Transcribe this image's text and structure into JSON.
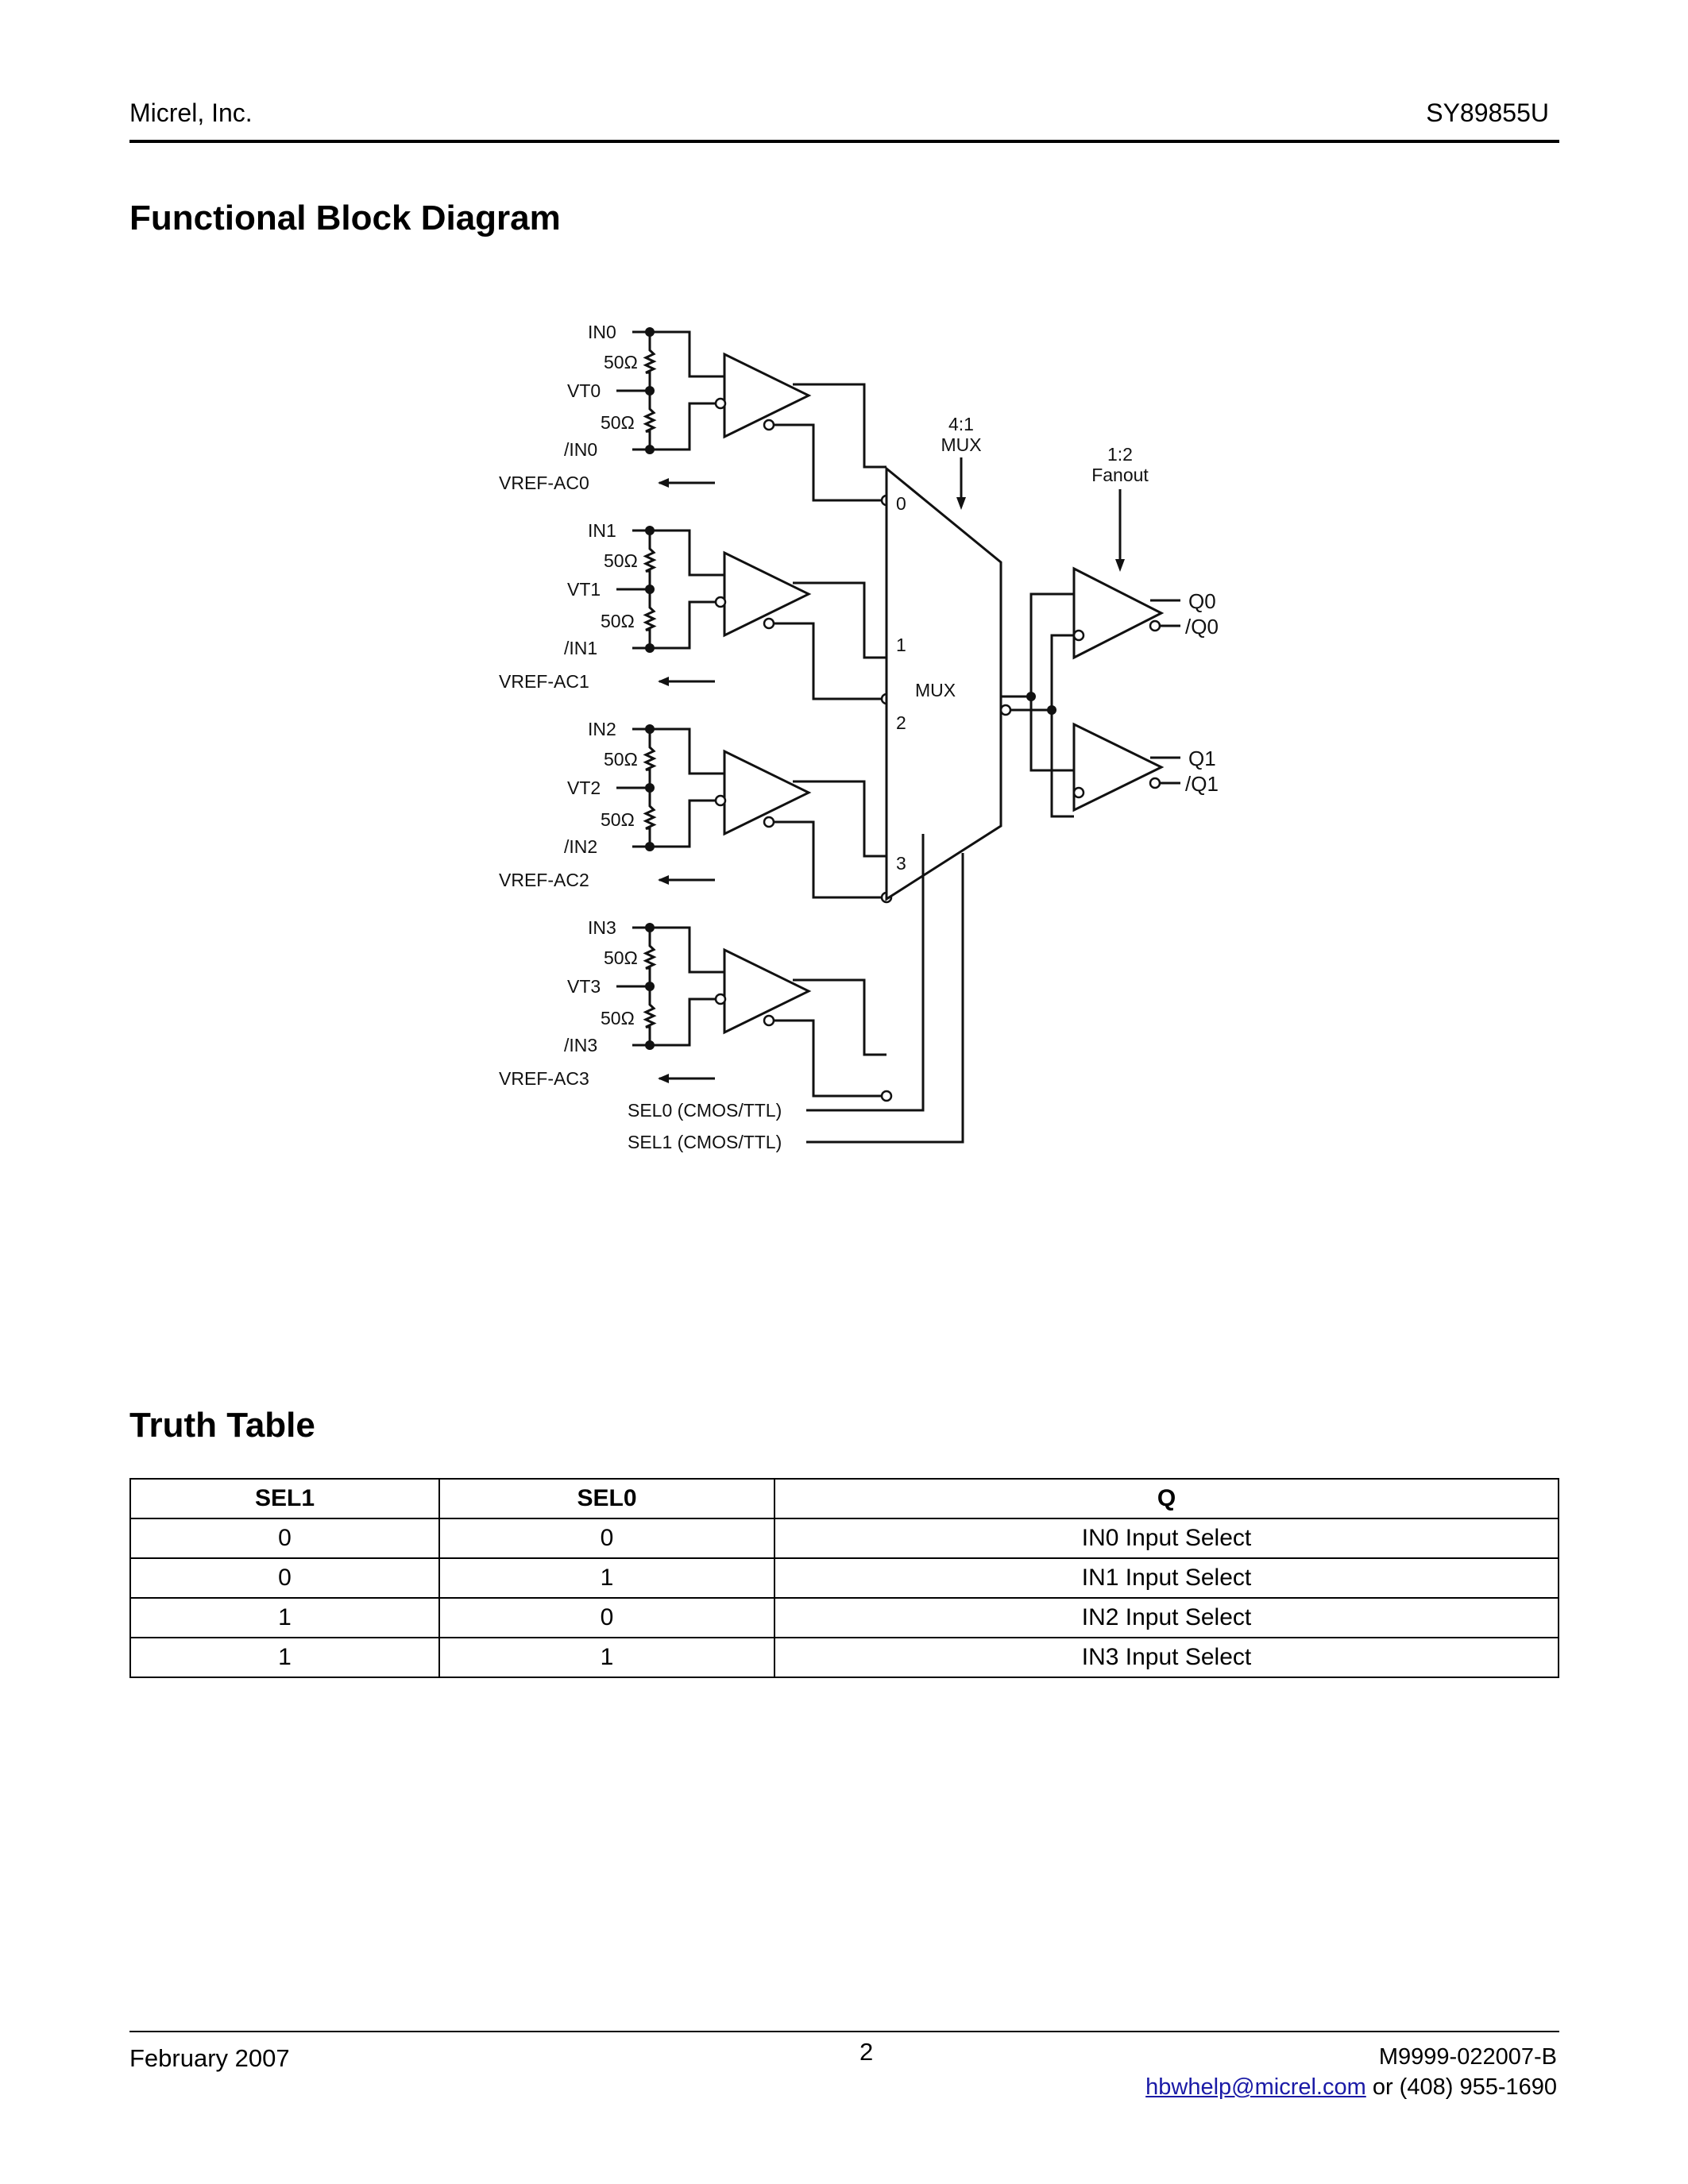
{
  "header": {
    "company": "Micrel, Inc.",
    "part": "SY89855U"
  },
  "sections": {
    "diagram_title": "Functional Block Diagram",
    "table_title": "Truth Table"
  },
  "diagram": {
    "inputs": [
      {
        "pos": "IN0",
        "vt": "VT0",
        "neg": "/IN0",
        "vref": "VREF-AC0"
      },
      {
        "pos": "IN1",
        "vt": "VT1",
        "neg": "/IN1",
        "vref": "VREF-AC1"
      },
      {
        "pos": "IN2",
        "vt": "VT2",
        "neg": "/IN2",
        "vref": "VREF-AC2"
      },
      {
        "pos": "IN3",
        "vt": "VT3",
        "neg": "/IN3",
        "vref": "VREF-AC3"
      }
    ],
    "resistor_label": "50Ω",
    "mux_top_label": [
      "4:1",
      "MUX"
    ],
    "mux_label": "MUX",
    "mux_ports": [
      "0",
      "1",
      "2",
      "3"
    ],
    "fanout_label": [
      "1:2",
      "Fanout"
    ],
    "outputs": [
      "Q0",
      "/Q0",
      "Q1",
      "/Q1"
    ],
    "select_lines": [
      "SEL0 (CMOS/TTL)",
      "SEL1 (CMOS/TTL)"
    ]
  },
  "truth_table": {
    "headers": [
      "SEL1",
      "SEL0",
      "Q"
    ],
    "rows": [
      [
        "0",
        "0",
        "IN0 Input Select"
      ],
      [
        "0",
        "1",
        "IN1 Input Select"
      ],
      [
        "1",
        "0",
        "IN2 Input Select"
      ],
      [
        "1",
        "1",
        "IN3 Input Select"
      ]
    ]
  },
  "footer": {
    "date": "February 2007",
    "page": "2",
    "doc_number": "M9999-022007-B",
    "email": "hbwhelp@micrel.com",
    "phone": "or (408) 955-1690"
  }
}
